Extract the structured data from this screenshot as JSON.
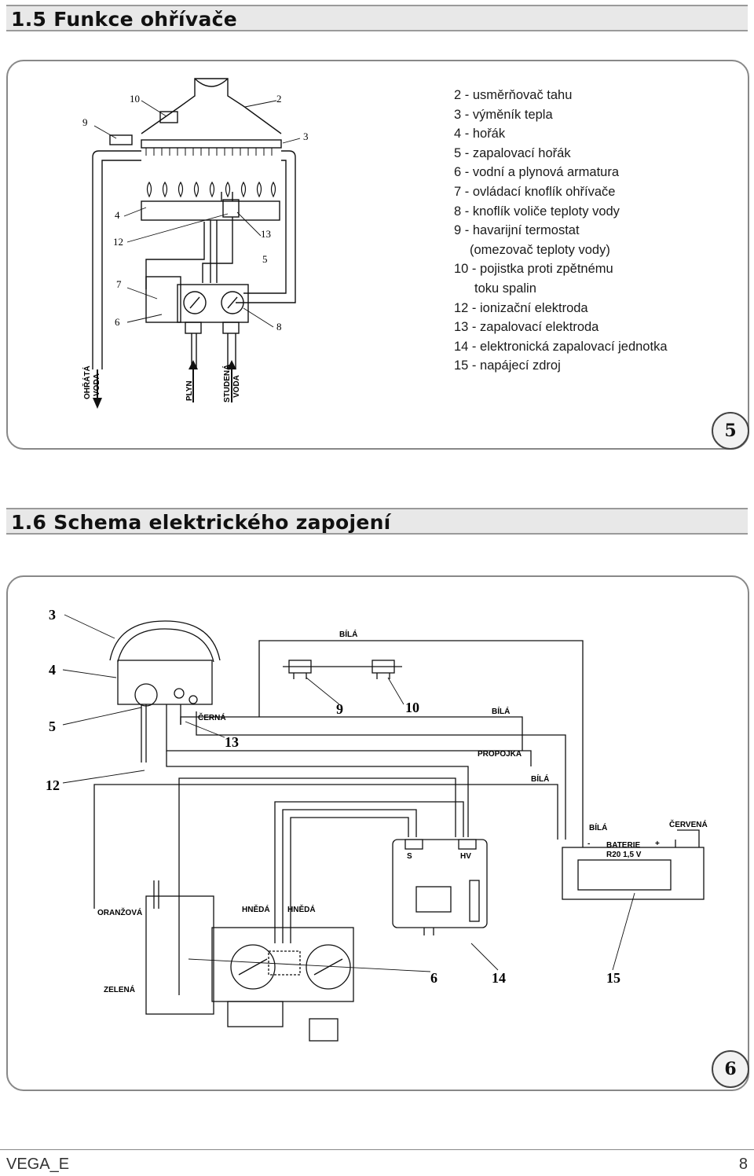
{
  "section1": {
    "title": "1.5 Funkce ohřívače",
    "figure_number": "5",
    "callouts": [
      "10",
      "9",
      "2",
      "3",
      "4",
      "12",
      "13",
      "5",
      "7",
      "6",
      "8"
    ],
    "pipe_labels": {
      "hot_water": [
        "OHŘÁTÁ",
        "VODA"
      ],
      "gas": "PLYN",
      "cold_water": [
        "STUDENÁ",
        "VODA"
      ]
    },
    "legend": [
      "2 - usměrňovač tahu",
      "3 - výměník tepla",
      "4 - hořák",
      "5 - zapalovací hořák",
      "6 - vodní a plynová armatura",
      "7 - ovládací knoflík ohřívače",
      "8 - knoflík voliče teploty vody",
      "9 - havarijní termostat",
      "(omezovač teploty vody)",
      "10 - pojistka proti zpětnému",
      "toku spalin",
      "12 - ionizační elektroda",
      "13 - zapalovací elektroda",
      "14 - elektronická zapalovací jednotka",
      "15 - napájecí zdroj"
    ]
  },
  "section2": {
    "title": "1.6 Schema elektrického zapojení",
    "figure_number": "6",
    "callouts": [
      "3",
      "4",
      "5",
      "12",
      "13",
      "9",
      "10",
      "6",
      "14",
      "15"
    ],
    "wire_labels": {
      "bila_top": "BÍLÁ",
      "cerna": "ČERNÁ",
      "bila_mid": "BÍLÁ",
      "propojka": "PROPOJKA",
      "bila_low": "BÍLÁ",
      "bila_batt": "BÍLÁ",
      "cervena": "ČERVENÁ",
      "oranzova": "ORANŽOVÁ",
      "hneda1": "HNĚDÁ",
      "hneda2": "HNĚDÁ",
      "zelena": "ZELENÁ"
    },
    "unit_labels": {
      "s": "S",
      "hv": "HV"
    },
    "battery": {
      "minus": "-",
      "plus": "+",
      "name": "BATERIE",
      "spec": "R20 1,5 V"
    }
  },
  "footer": {
    "left": "VEGA_E",
    "right": "8"
  }
}
